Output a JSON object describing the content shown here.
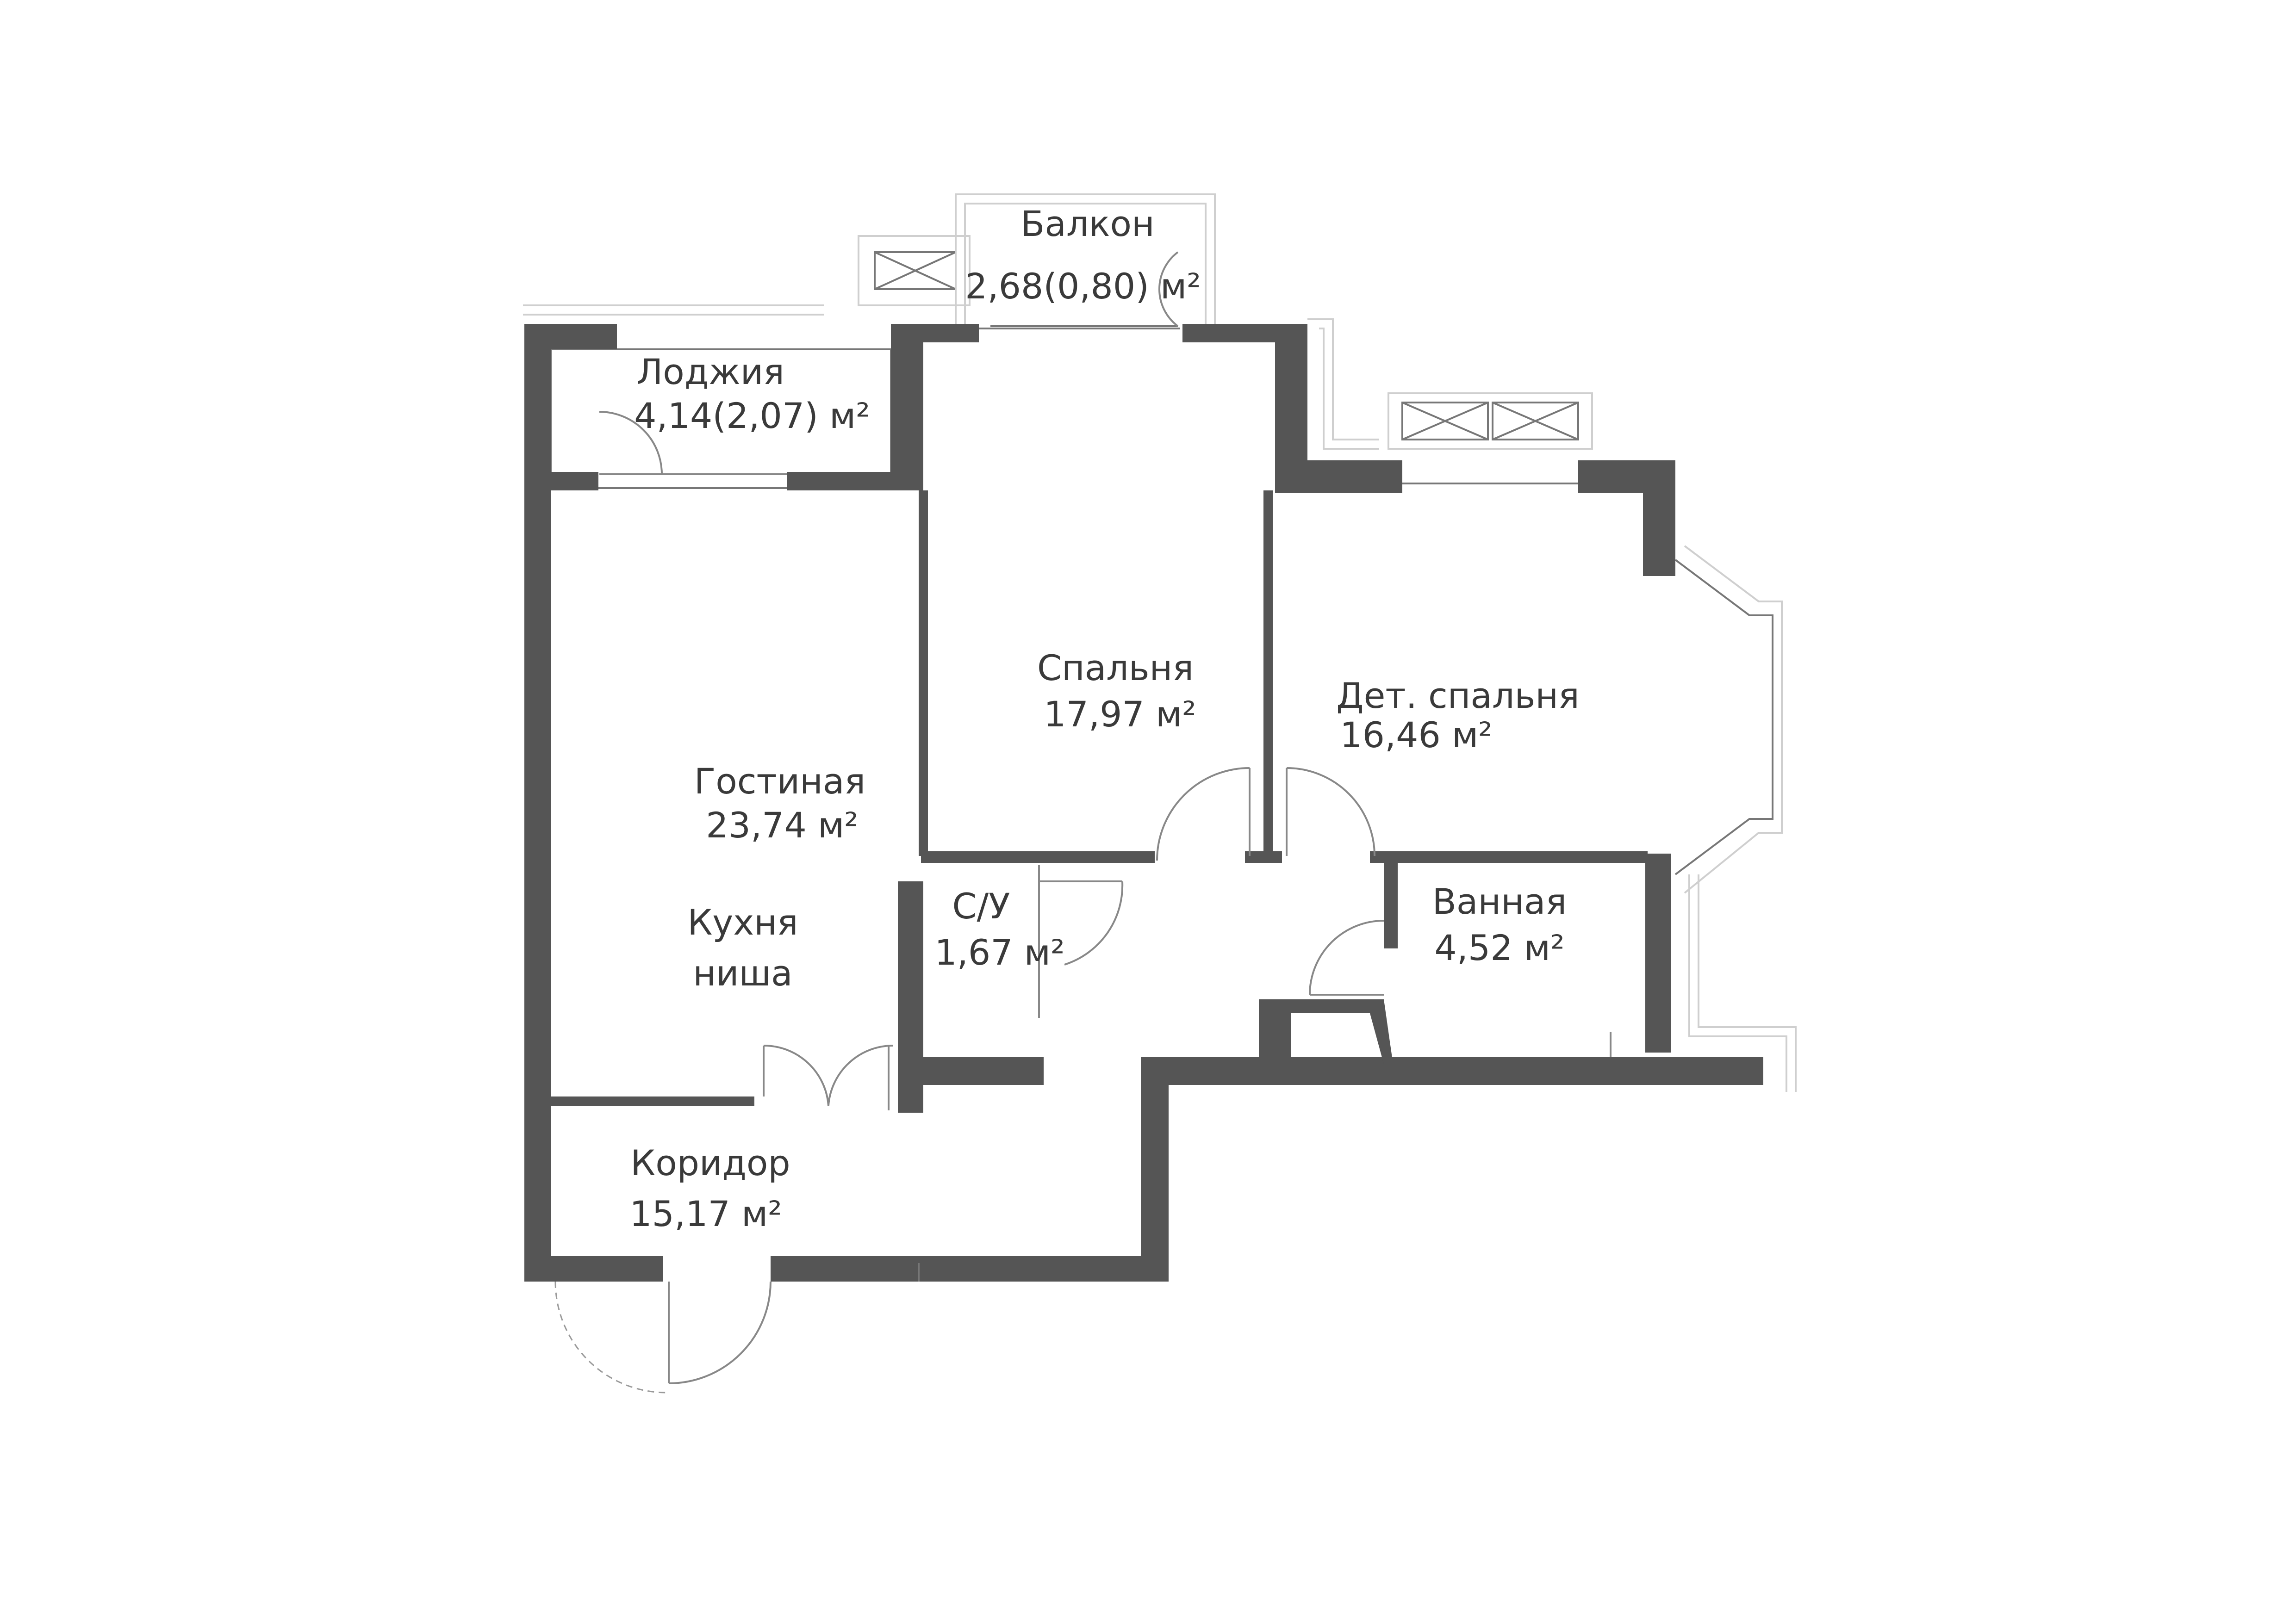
{
  "rooms": {
    "balcony": {
      "name": "Балкон",
      "area": "2,68(0,80) м²"
    },
    "loggia": {
      "name": "Лоджия",
      "area": "4,14(2,07) м²"
    },
    "bedroom": {
      "name": "Спальня",
      "area": "17,97 м²"
    },
    "kids": {
      "name": "Дет. спальня",
      "area": "16,46 м²"
    },
    "living": {
      "name": "Гостиная",
      "area": "23,74 м²"
    },
    "kitchen": {
      "line1": "Кухня",
      "line2": "ниша"
    },
    "wc": {
      "name": "С/У",
      "area": "1,67 м²"
    },
    "bath": {
      "name": "Ванная",
      "area": "4,52 м²"
    },
    "corridor": {
      "name": "Коридор",
      "area": "15,17 м²"
    }
  },
  "colors": {
    "wall": "#555555",
    "text": "#3a3a3a",
    "line": "#777777"
  }
}
